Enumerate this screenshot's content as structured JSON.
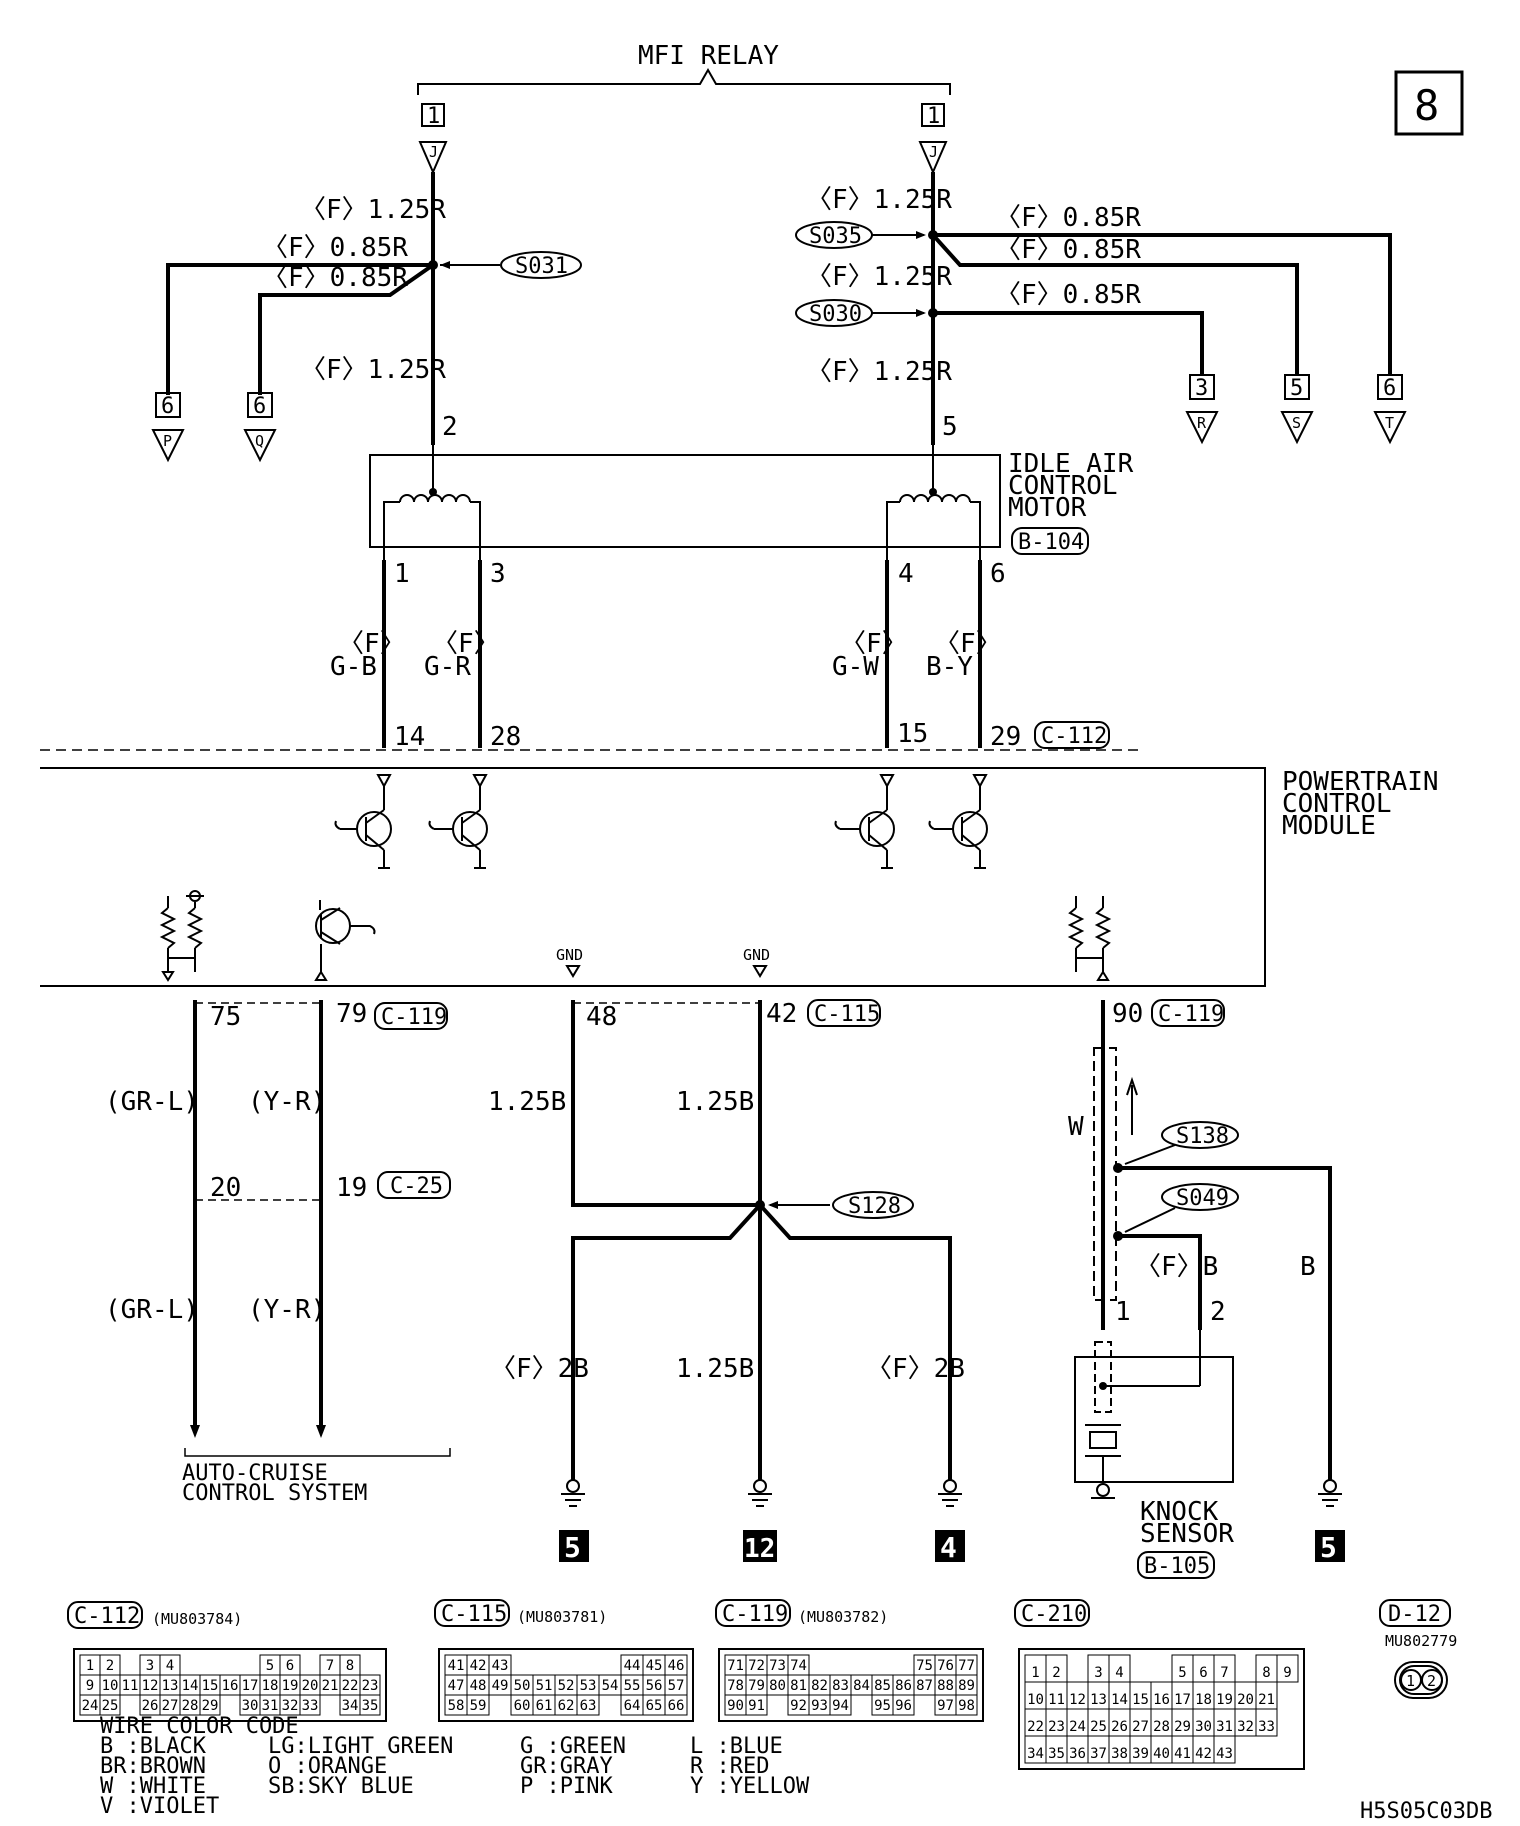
{
  "page_number": "8",
  "mfi_relay": {
    "title": "MFI RELAY",
    "left_pin": "1",
    "left_letter": "J",
    "right_pin": "1",
    "right_letter": "J"
  },
  "splices": {
    "s031": "S031",
    "s035": "S035",
    "s030": "S030",
    "s128": "S128",
    "s138": "S138",
    "s049": "S049"
  },
  "wires": {
    "left_upper": "〈F〉1.25R",
    "left_branch_1": "〈F〉0.85R",
    "left_branch_2": "〈F〉0.85R",
    "left_lower": "〈F〉1.25R",
    "right_upper_1": "〈F〉1.25R",
    "right_mid": "〈F〉1.25R",
    "right_lower": "〈F〉1.25R",
    "right_branch_1": "〈F〉0.85R",
    "right_branch_2": "〈F〉0.85R",
    "right_branch_3": "〈F〉0.85R",
    "w1_f": "〈F〉",
    "w1_c": "G-B",
    "w2_f": "〈F〉",
    "w2_c": "G-R",
    "w3_f": "〈F〉",
    "w3_c": "G-W",
    "w4_f": "〈F〉",
    "w4_c": "B-Y",
    "gr_l_upper": "(GR-L)",
    "y_r_upper": "(Y-R)",
    "gr_l_lower": "(GR-L)",
    "y_r_lower": "(Y-R)",
    "gnd48_upper": "1.25B",
    "gnd42_upper": "1.25B",
    "gnd_left_lower": "〈F〉2B",
    "gnd_mid_lower": "1.25B",
    "gnd_right_lower": "〈F〉2B",
    "knock_w": "W",
    "knock_fb": "〈F〉B",
    "knock_b": "B"
  },
  "offpage": {
    "p": {
      "num": "6",
      "letter": "P"
    },
    "q": {
      "num": "6",
      "letter": "Q"
    },
    "r": {
      "num": "3",
      "letter": "R"
    },
    "s": {
      "num": "5",
      "letter": "S"
    },
    "t": {
      "num": "6",
      "letter": "T"
    }
  },
  "iac": {
    "title_1": "IDLE AIR",
    "title_2": "CONTROL",
    "title_3": "MOTOR",
    "connector": "B-104",
    "pin_top_left": "2",
    "pin_top_right": "5",
    "pin1": "1",
    "pin3": "3",
    "pin4": "4",
    "pin6": "6"
  },
  "pcm": {
    "title_1": "POWERTRAIN",
    "title_2": "CONTROL",
    "title_3": "MODULE",
    "c112": "C-112",
    "c119": "C-119",
    "c119b": "C-119",
    "c115": "C-115",
    "c25": "C-25",
    "p14": "14",
    "p28": "28",
    "p15": "15",
    "p29": "29",
    "p75": "75",
    "p79": "79",
    "p48": "48",
    "p42": "42",
    "p90": "90",
    "p20": "20",
    "p19": "19",
    "gnd1": "GND",
    "gnd2": "GND"
  },
  "auto_cruise": {
    "line1": "AUTO-CRUISE",
    "line2": "CONTROL SYSTEM"
  },
  "knock": {
    "line1": "KNOCK",
    "line2": "SENSOR",
    "connector": "B-105",
    "pin1": "1",
    "pin2": "2"
  },
  "grounds": {
    "g1": "5",
    "g2": "12",
    "g3": "4",
    "g4": "5"
  },
  "connectors": {
    "c112": {
      "label": "C-112",
      "part": "(MU803784)",
      "rows": [
        [
          "1",
          "2",
          "",
          "3",
          "4",
          "",
          "",
          "",
          "",
          "5",
          "6",
          "",
          "7",
          "8"
        ],
        [
          "9",
          "10",
          "11",
          "12",
          "13",
          "14",
          "15",
          "16",
          "17",
          "18",
          "19",
          "20",
          "21",
          "22",
          "23"
        ],
        [
          "24",
          "25",
          "",
          "26",
          "27",
          "28",
          "29",
          "",
          "30",
          "31",
          "32",
          "33",
          "",
          "34",
          "35"
        ]
      ]
    },
    "c115": {
      "label": "C-115",
      "part": "(MU803781)",
      "rows": [
        [
          "41",
          "42",
          "43",
          "",
          "",
          "",
          "",
          "",
          "44",
          "45",
          "46"
        ],
        [
          "47",
          "48",
          "49",
          "50",
          "51",
          "52",
          "53",
          "54",
          "55",
          "56",
          "57"
        ],
        [
          "58",
          "59",
          "",
          "60",
          "61",
          "62",
          "63",
          "",
          "64",
          "65",
          "66"
        ]
      ]
    },
    "c119": {
      "label": "C-119",
      "part": "(MU803782)",
      "rows": [
        [
          "71",
          "72",
          "73",
          "74",
          "",
          "",
          "",
          "",
          "",
          "75",
          "76",
          "77"
        ],
        [
          "78",
          "79",
          "80",
          "81",
          "82",
          "83",
          "84",
          "85",
          "86",
          "87",
          "88",
          "89"
        ],
        [
          "90",
          "91",
          "",
          "92",
          "93",
          "94",
          "",
          "95",
          "96",
          "",
          "97",
          "98"
        ]
      ]
    },
    "c210": {
      "label": "C-210",
      "rows": [
        [
          "1",
          "2",
          "",
          "3",
          "4",
          "",
          "",
          "5",
          "6",
          "7",
          "",
          "8",
          "9"
        ],
        [
          "10",
          "11",
          "12",
          "13",
          "14",
          "15",
          "16",
          "17",
          "18",
          "19",
          "20",
          "21"
        ],
        [
          "22",
          "23",
          "24",
          "25",
          "26",
          "27",
          "28",
          "29",
          "30",
          "31",
          "32",
          "33"
        ],
        [
          "34",
          "35",
          "36",
          "37",
          "38",
          "39",
          "40",
          "41",
          "42",
          "43"
        ]
      ]
    },
    "d12": {
      "label": "D-12",
      "part": "MU802779",
      "pins": [
        "1",
        "2"
      ]
    }
  },
  "color_code": {
    "title": "WIRE COLOR CODE",
    "col1": [
      "B :BLACK",
      "BR:BROWN",
      "W :WHITE",
      "V :VIOLET"
    ],
    "col2": [
      "LG:LIGHT GREEN",
      "O :ORANGE",
      "SB:SKY BLUE"
    ],
    "col3": [
      "G :GREEN",
      "GR:GRAY",
      "P :PINK"
    ],
    "col4": [
      "L :BLUE",
      "R :RED",
      "Y :YELLOW"
    ]
  },
  "doc_code": "H5S05C03DB"
}
